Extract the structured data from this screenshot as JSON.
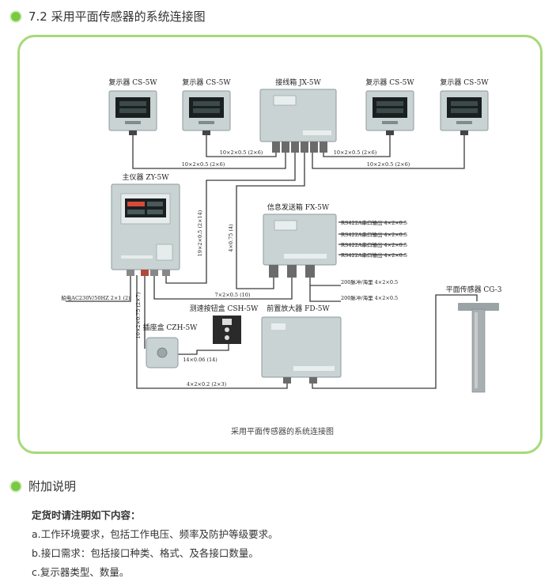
{
  "section_title": "7.2 采用平面传感器的系统连接图",
  "diagram": {
    "caption": "采用平面传感器的系统连接图",
    "devices": {
      "cs1": "复示器 CS-5W",
      "cs2": "复示器 CS-5W",
      "jx": "接线箱 JX-5W",
      "cs3": "复示器 CS-5W",
      "cs4": "复示器 CS-5W",
      "zy": "主仪器 ZY-5W",
      "fx": "信息发送箱 FX-5W",
      "cg": "平面传感器 CG-3",
      "csh": "测速按钮盒 CSH-5W",
      "czh": "插座盒 CZH-5W",
      "fd": "前置放大器 FD-5W"
    },
    "cables": {
      "c1": "10×2×0.5 (2×6)",
      "c2": "10×2×0.5 (2×6)",
      "c3": "10×2×0.5 (2×6)",
      "c4": "10×2×0.5 (2×6)",
      "c5": "19×2×0.5 (2×14)",
      "c6": "4×0.75 (4)",
      "c7": "7×2×0.5 (10)",
      "c8": "10×2×0.75 (2×7)",
      "c9": "14×0.06 (14)",
      "c10": "4×2×0.2 (2×3)",
      "power": "船电AC230V/50HZ 2×1 (2)"
    },
    "fx_outputs": [
      "RS422A串口输出 4×2×0.5",
      "RS422A串口输出 4×2×0.5",
      "RS422A串口输出 4×2×0.5",
      "RS422A串口输出 4×2×0.5"
    ],
    "pulse_outputs": [
      "200脉冲/海里 4×2×0.5",
      "200脉冲/海里 4×2×0.5"
    ]
  },
  "appendix": {
    "title": "附加说明",
    "lead": "定货时请注明如下内容：",
    "items": [
      "a.工作环境要求，包括工作电压、频率及防护等级要求。",
      "b.接口需求：包括接口种类、格式、及各接口数量。",
      "c.复示器类型、数量。"
    ]
  }
}
